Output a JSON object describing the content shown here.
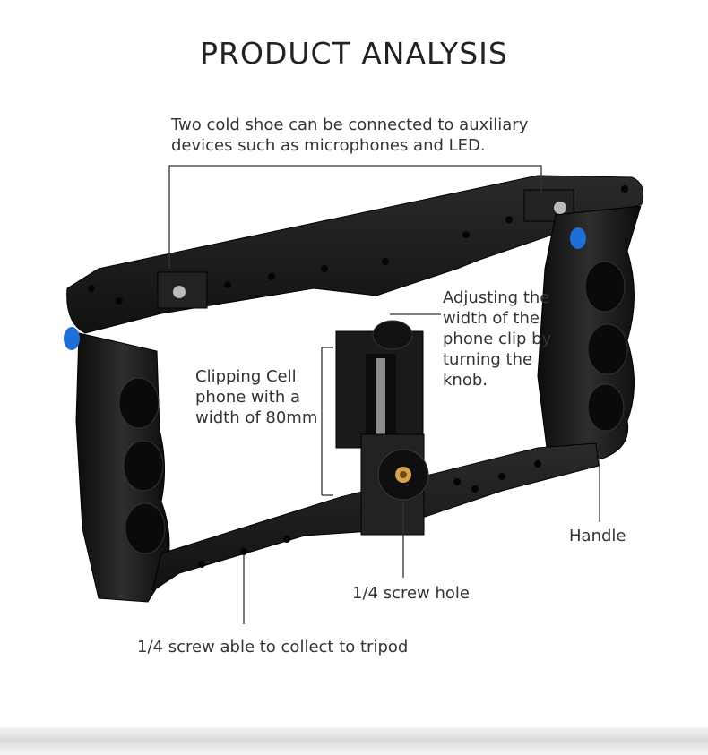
{
  "title": "PRODUCT  ANALYSIS",
  "annotations": {
    "cold_shoe": "Two cold shoe can be connected to auxiliary devices such as microphones and LED.",
    "adjust_clip": "Adjusting the width of the phone clip by turning the knob.",
    "clipping": "Clipping Cell phone with a width of 80mm",
    "handle": "Handle",
    "screw_hole": "1/4 screw hole",
    "tripod": "1/4 screw able to collect to tripod"
  },
  "colors": {
    "frame": "#1b1b1b",
    "knob_accent": "#1f6fd6",
    "screw_brass": "#d9a04a"
  }
}
